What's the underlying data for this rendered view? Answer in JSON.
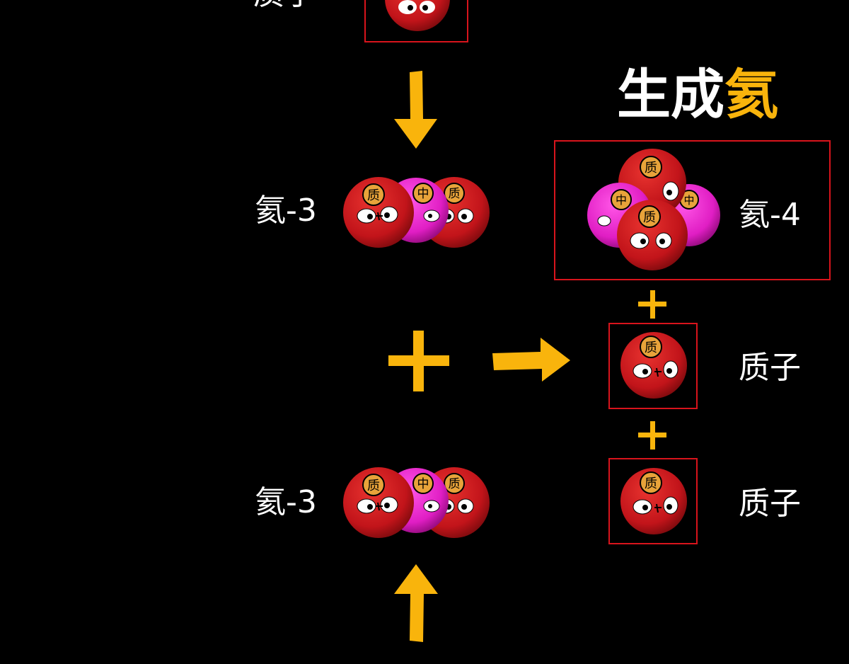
{
  "title": {
    "prefix": "生成",
    "accent": "氦"
  },
  "labels": {
    "top_proton_partial": "质子",
    "he3_top": "氦-3",
    "he3_bottom": "氦-3",
    "he4": "氦-4",
    "proton_1": "质子",
    "proton_2": "质子"
  },
  "particle_glyphs": {
    "proton": "质",
    "neutron": "中"
  },
  "colors": {
    "background": "#000000",
    "proton": "#c8161d",
    "neutron": "#e81ec8",
    "accent": "#f9b40c",
    "box": "#d8141c"
  }
}
